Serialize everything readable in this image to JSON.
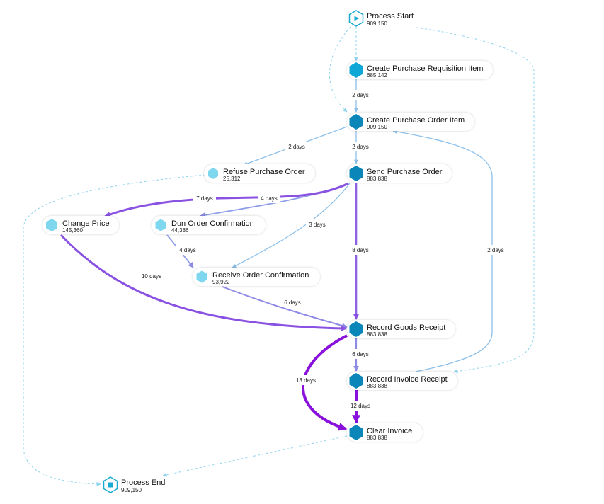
{
  "nodes": {
    "process_start": {
      "label": "Process Start",
      "count": "909,150"
    },
    "create_pr_item": {
      "label": "Create Purchase Requisition Item",
      "count": "685,142"
    },
    "create_po_item": {
      "label": "Create Purchase Order Item",
      "count": "909,150"
    },
    "refuse_po": {
      "label": "Refuse Purchase Order",
      "count": "25,312"
    },
    "send_po": {
      "label": "Send Purchase Order",
      "count": "883,838"
    },
    "change_price": {
      "label": "Change Price",
      "count": "145,360"
    },
    "dun_order": {
      "label": "Dun Order Confirmation",
      "count": "44,386"
    },
    "receive_order": {
      "label": "Receive Order Confirmation",
      "count": "93,922"
    },
    "record_goods": {
      "label": "Record Goods Receipt",
      "count": "883,838"
    },
    "record_invoice": {
      "label": "Record Invoice Receipt",
      "count": "883,838"
    },
    "clear_invoice": {
      "label": "Clear Invoice",
      "count": "883,838"
    },
    "process_end": {
      "label": "Process End",
      "count": "909,150"
    }
  },
  "edges": [
    {
      "id": "pr-to-po",
      "from": "create_pr_item",
      "to": "create_po_item",
      "label": "2 days"
    },
    {
      "id": "po-to-refuse",
      "from": "create_po_item",
      "to": "refuse_po",
      "label": "2 days"
    },
    {
      "id": "po-to-send",
      "from": "create_po_item",
      "to": "send_po",
      "label": "2 days"
    },
    {
      "id": "send-to-change",
      "from": "send_po",
      "to": "change_price",
      "label": "7 days"
    },
    {
      "id": "send-to-dun",
      "from": "send_po",
      "to": "dun_order",
      "label": "4 days"
    },
    {
      "id": "send-to-receive",
      "from": "send_po",
      "to": "receive_order",
      "label": "3 days"
    },
    {
      "id": "send-to-goods",
      "from": "send_po",
      "to": "record_goods",
      "label": "8 days"
    },
    {
      "id": "invoice-to-po",
      "from": "record_invoice",
      "to": "create_po_item",
      "label": "2 days"
    },
    {
      "id": "change-to-goods",
      "from": "change_price",
      "to": "record_goods",
      "label": "10 days"
    },
    {
      "id": "dun-to-receive",
      "from": "dun_order",
      "to": "receive_order",
      "label": "4 days"
    },
    {
      "id": "receive-to-goods",
      "from": "receive_order",
      "to": "record_goods",
      "label": "6 days"
    },
    {
      "id": "goods-to-invoice",
      "from": "record_goods",
      "to": "record_invoice",
      "label": "6 days"
    },
    {
      "id": "goods-to-clear",
      "from": "record_goods",
      "to": "clear_invoice",
      "label": "13 days"
    },
    {
      "id": "invoice-to-clear",
      "from": "record_invoice",
      "to": "clear_invoice",
      "label": "12 days"
    }
  ],
  "colors": {
    "node_dark": "#0b86b8",
    "node_light": "#7fd6ef",
    "start_end": "#19a9d1",
    "edge_light": "#8cc0ea",
    "edge_mid": "#8e8be6",
    "edge_purple": "#8a52e2",
    "edge_strong": "#8a10dc"
  }
}
